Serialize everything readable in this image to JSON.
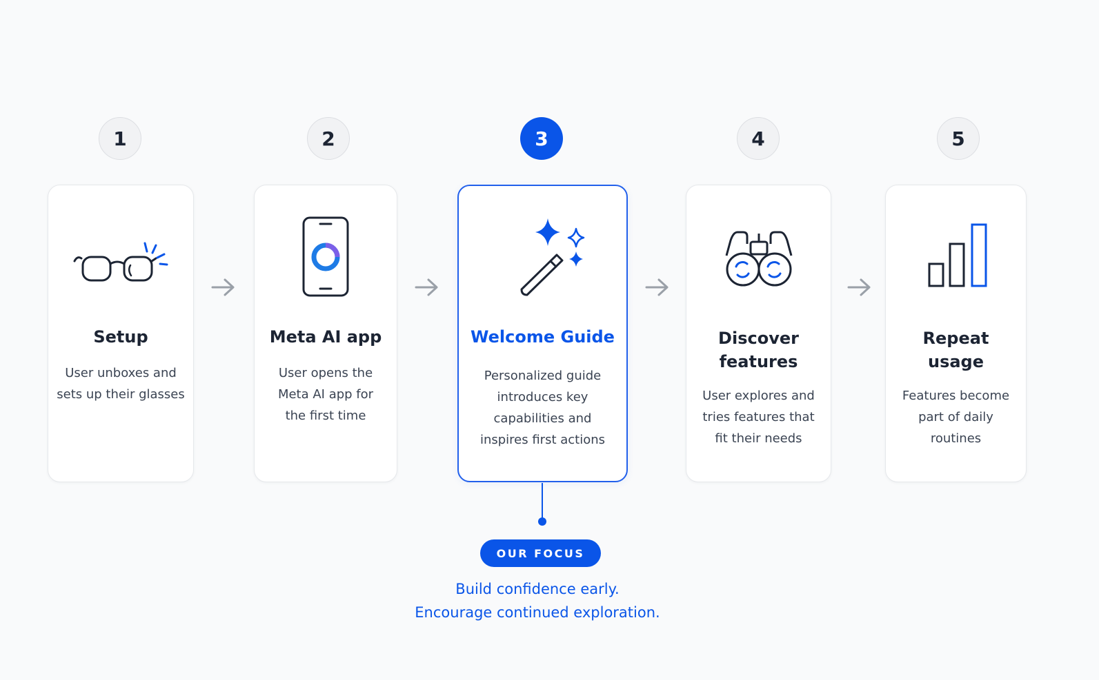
{
  "steps": [
    {
      "number": "1",
      "title": "Setup",
      "description_lines": [
        "User unboxes and",
        "sets up their glasses"
      ],
      "icon": "glasses-icon"
    },
    {
      "number": "2",
      "title": "Meta AI app",
      "description_lines": [
        "User opens the",
        "Meta AI app for",
        "the first time"
      ],
      "icon": "phone-app-icon"
    },
    {
      "number": "3",
      "title": "Welcome Guide",
      "description_lines": [
        "Personalized guide",
        "introduces key",
        "capabilities and",
        "inspires first actions"
      ],
      "icon": "magic-wand-icon"
    },
    {
      "number": "4",
      "title_lines": [
        "Discover",
        "features"
      ],
      "description_lines": [
        "User explores and",
        "tries features that",
        "fit their needs"
      ],
      "icon": "binoculars-icon"
    },
    {
      "number": "5",
      "title_lines": [
        "Repeat",
        "usage"
      ],
      "description_lines": [
        "Features become",
        "part of daily",
        "routines"
      ],
      "icon": "bar-chart-icon"
    }
  ],
  "focus": {
    "label": "OUR FOCUS",
    "lines": [
      "Build confidence early.",
      "Encourage continued exploration."
    ]
  },
  "colors": {
    "accent": "#0a55e8",
    "text_dark": "#1c2433",
    "text_body": "#3a4352",
    "arrow": "#9aa0a8",
    "background": "#f9fafb"
  }
}
